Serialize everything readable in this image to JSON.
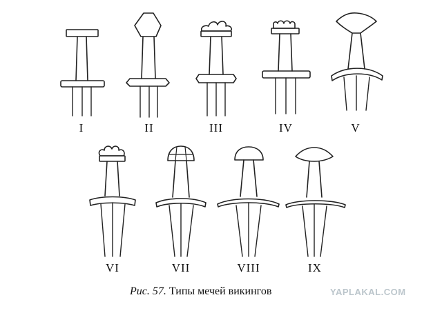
{
  "figure": {
    "labels": [
      "I",
      "II",
      "III",
      "IV",
      "V",
      "VI",
      "VII",
      "VIII",
      "IX"
    ],
    "caption_prefix": "Рис. 57.",
    "caption_text": "Типы мечей викингов",
    "ink_color": "#222222"
  },
  "watermark": "YAPLAKAL.COM"
}
